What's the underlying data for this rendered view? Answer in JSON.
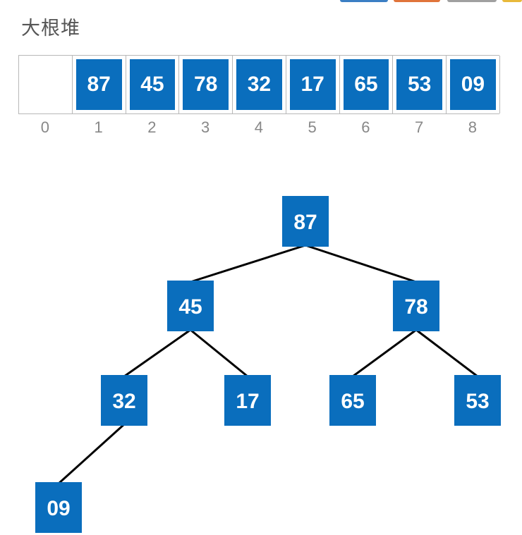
{
  "title": "大根堆",
  "array": {
    "cells": [
      "",
      "87",
      "45",
      "78",
      "32",
      "17",
      "65",
      "53",
      "09"
    ],
    "indices": [
      "0",
      "1",
      "2",
      "3",
      "4",
      "5",
      "6",
      "7",
      "8"
    ]
  },
  "tree": {
    "nodes": [
      {
        "id": "n1",
        "label": "87"
      },
      {
        "id": "n2",
        "label": "45"
      },
      {
        "id": "n3",
        "label": "78"
      },
      {
        "id": "n4",
        "label": "32"
      },
      {
        "id": "n5",
        "label": "17"
      },
      {
        "id": "n6",
        "label": "65"
      },
      {
        "id": "n7",
        "label": "53"
      },
      {
        "id": "n8",
        "label": "09"
      }
    ],
    "edges": [
      [
        "n1",
        "n2"
      ],
      [
        "n1",
        "n3"
      ],
      [
        "n2",
        "n4"
      ],
      [
        "n2",
        "n5"
      ],
      [
        "n3",
        "n6"
      ],
      [
        "n3",
        "n7"
      ],
      [
        "n4",
        "n8"
      ]
    ]
  },
  "colors": {
    "node_fill": "#0a6ebd",
    "node_text": "#ffffff",
    "edge": "#000000",
    "grid": "#b8b8b8",
    "index_text": "#888888",
    "title_text": "#555555"
  }
}
